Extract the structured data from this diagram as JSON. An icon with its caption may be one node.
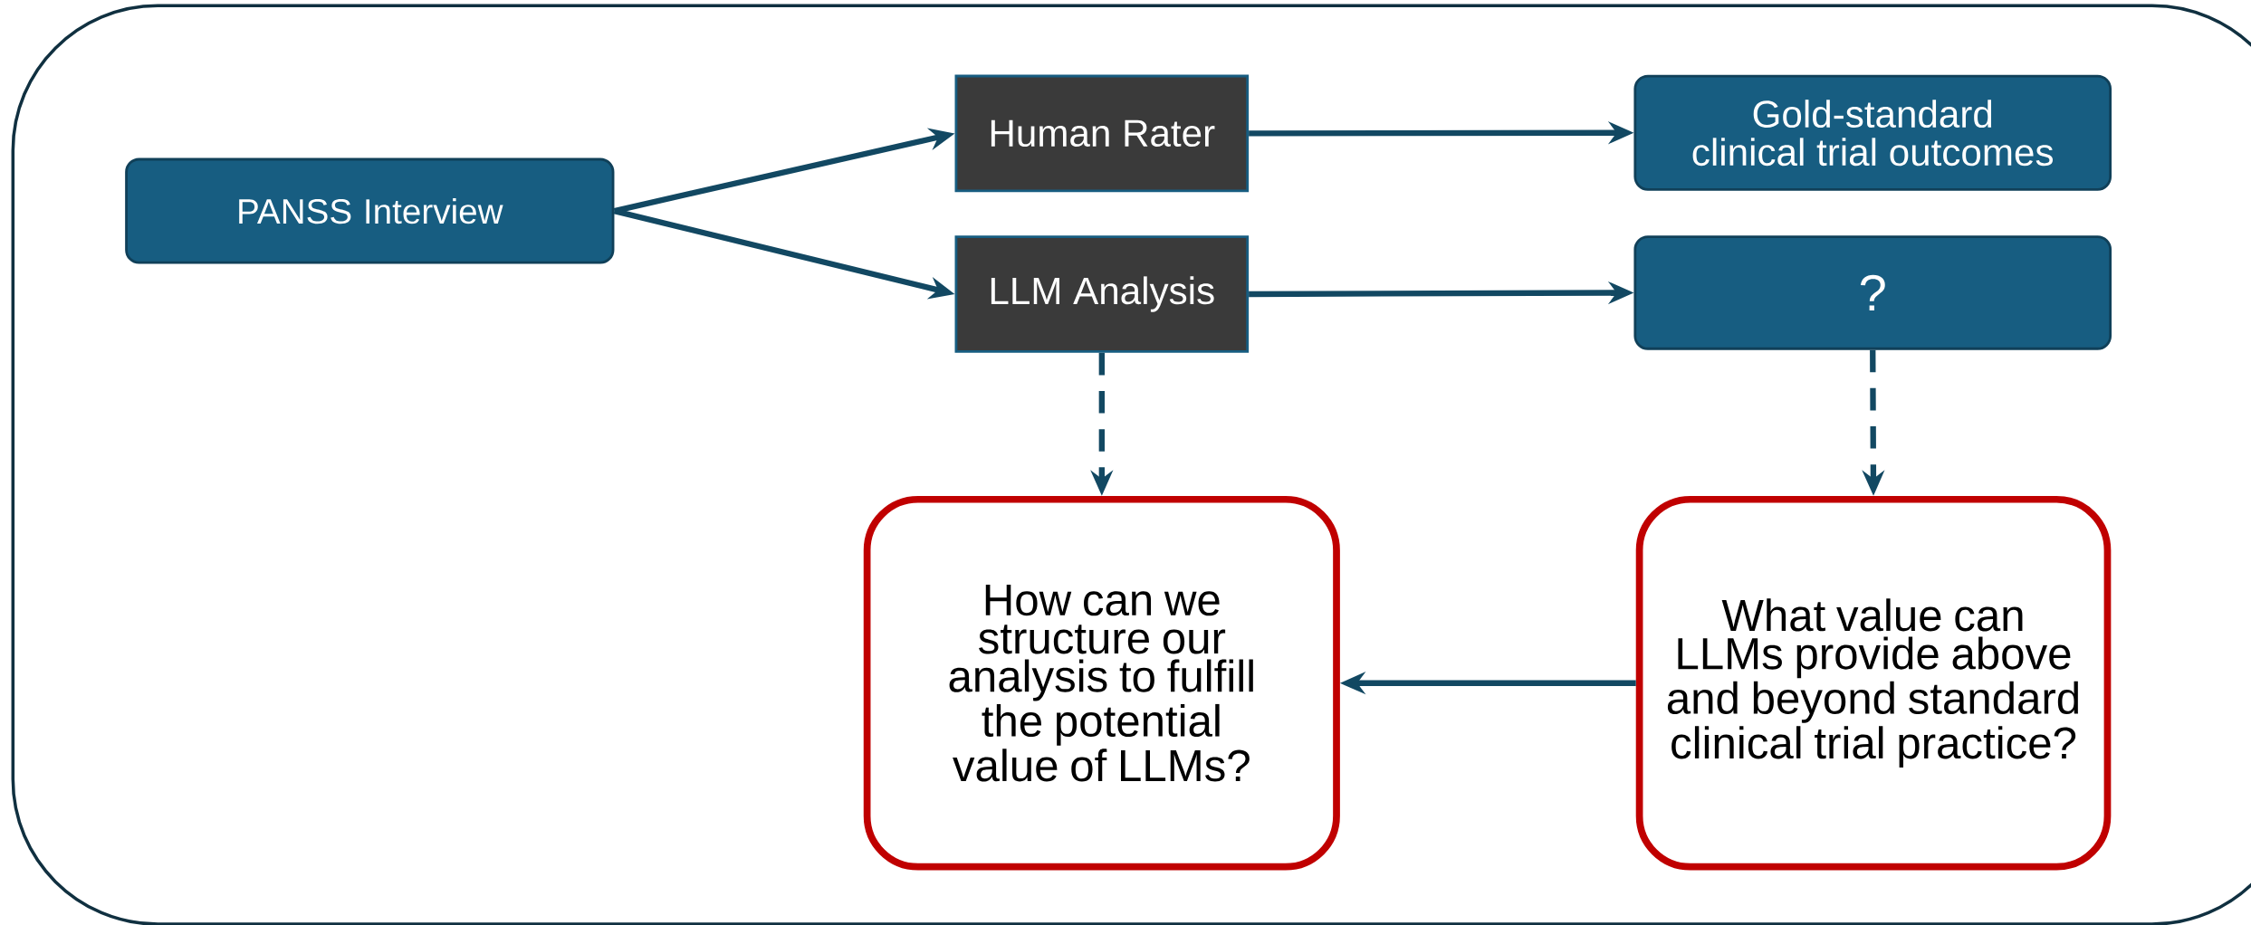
{
  "diagram": {
    "nodes": [
      {
        "text": [
          "PANSS Interview"
        ]
      },
      {
        "text": [
          "Human Rater"
        ]
      },
      {
        "text": [
          "LLM Analysis"
        ]
      },
      {
        "text": [
          "Gold-standard clinical trial outcomes"
        ]
      },
      {
        "text": [
          "?"
        ]
      },
      {
        "text": [
          "How can we structure our analysis to fulfill the potential value of LLMs?"
        ]
      },
      {
        "text": [
          "What value can LLMs provide above and beyond standard clinical trial practice?"
        ]
      }
    ],
    "edges": [
      {
        "from": 0,
        "to": 1,
        "arrow": "to"
      },
      {
        "from": 0,
        "to": 2,
        "arrow": "to"
      },
      {
        "from": 1,
        "to": 3,
        "arrow": "to"
      },
      {
        "from": 2,
        "to": 4,
        "arrow": "to"
      },
      {
        "from": 2,
        "to": 5,
        "arrow": "to",
        "style": "dashed"
      },
      {
        "from": 4,
        "to": 6,
        "arrow": "to",
        "style": "dashed"
      },
      {
        "from": 6,
        "to": 5,
        "arrow": "to"
      }
    ]
  }
}
